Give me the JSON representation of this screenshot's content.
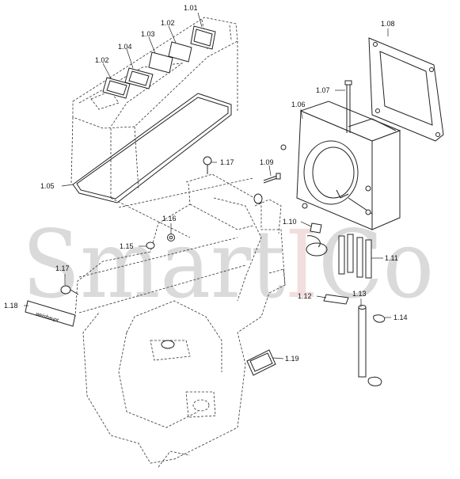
{
  "watermark": {
    "prefix": "Smart",
    "accent": "I",
    "suffix": "Co",
    "color": "#bdbdbd",
    "accent_color": "#d9a3a3"
  },
  "nameplate_text": "weishaupt",
  "callouts": [
    {
      "id": "c101",
      "label": "1.01"
    },
    {
      "id": "c102a",
      "label": "1.02"
    },
    {
      "id": "c102b",
      "label": "1.02"
    },
    {
      "id": "c103",
      "label": "1.03"
    },
    {
      "id": "c104",
      "label": "1.04"
    },
    {
      "id": "c105",
      "label": "1.05"
    },
    {
      "id": "c106",
      "label": "1.06"
    },
    {
      "id": "c107",
      "label": "1.07"
    },
    {
      "id": "c108",
      "label": "1.08"
    },
    {
      "id": "c109",
      "label": "1.09"
    },
    {
      "id": "c110",
      "label": "1.10"
    },
    {
      "id": "c111",
      "label": "1.11"
    },
    {
      "id": "c112",
      "label": "1.12"
    },
    {
      "id": "c113",
      "label": "1.13"
    },
    {
      "id": "c114",
      "label": "1.14"
    },
    {
      "id": "c115",
      "label": "1.15"
    },
    {
      "id": "c116",
      "label": "1.16"
    },
    {
      "id": "c117a",
      "label": "1.17"
    },
    {
      "id": "c117b",
      "label": "1.17"
    },
    {
      "id": "c118",
      "label": "1.18"
    },
    {
      "id": "c119",
      "label": "1.19"
    }
  ]
}
